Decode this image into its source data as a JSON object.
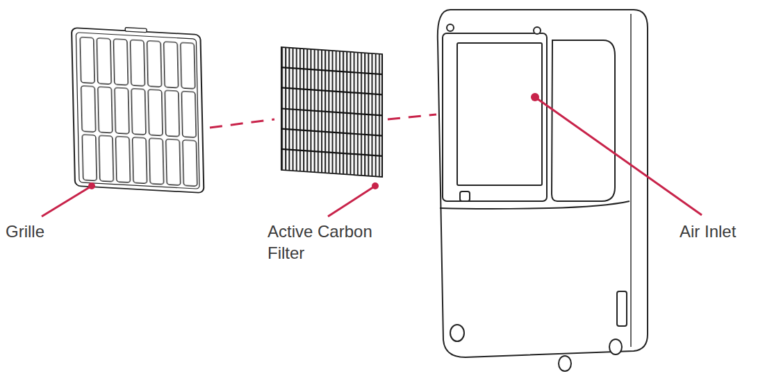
{
  "diagram": {
    "labels": [
      "Grille",
      "Active Carbon Filter",
      "Air Inlet"
    ]
  }
}
